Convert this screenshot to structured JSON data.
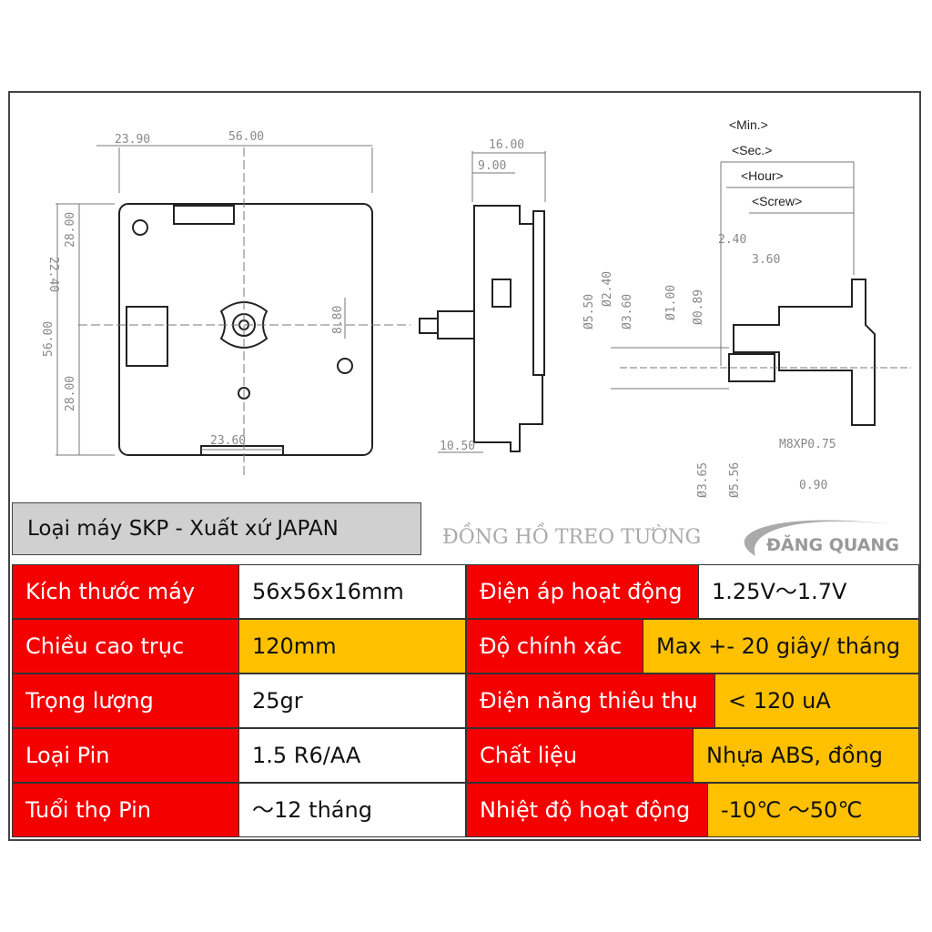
{
  "drawing": {
    "front": {
      "d_23_90": "23.90",
      "d_56_top": "56.00",
      "d_22_40": "22.40",
      "d_28_top": "28.00",
      "d_56_left": "56.00",
      "d_28_bottom": "28.00",
      "d_8_80": "8.80",
      "d_23_60": "23.60"
    },
    "side": {
      "d_16_00": "16.00",
      "d_9_00": "9.00",
      "d_10_50": "10.50"
    },
    "section": {
      "min": "<Min.>",
      "sec": "<Sec.>",
      "hour": "<Hour>",
      "screw": "<Screw>",
      "d_2_40": "2.40",
      "d_3_60": "3.60",
      "phi_5_50": "Ø5.50",
      "phi_2_40": "Ø2.40",
      "phi_3_60": "Ø3.60",
      "phi_1_00": "Ø1.00",
      "phi_0_89": "Ø0.89",
      "phi_3_65": "Ø3.65",
      "phi_5_56": "Ø5.56",
      "thread": "M8XP0.75",
      "d_0_90": "0.90"
    }
  },
  "model": "Loại máy SKP - Xuất xứ JAPAN",
  "brand": {
    "tagline": "ĐỒNG HỒ TREO TƯỜNG",
    "logo": "ĐĂNG QUANG"
  },
  "specs": [
    {
      "label": "Kích thước máy",
      "value": "56x56x16mm",
      "label2": "Điện áp hoạt động",
      "value2": "1.25V～1.7V"
    },
    {
      "label": "Chiều cao trục",
      "value": "120mm",
      "label2": "Độ chính xác",
      "value2": "Max +- 20 giây/ tháng"
    },
    {
      "label": "Trọng lượng",
      "value": "25gr",
      "label2": "Điện năng thiêu thụ",
      "value2": "< 120 uA"
    },
    {
      "label": "Loại Pin",
      "value": "1.5 R6/AA",
      "label2": "Chất liệu",
      "value2": "Nhựa ABS, đồng"
    },
    {
      "label": "Tuổi thọ Pin",
      "value": "～12 tháng",
      "label2": "Nhiệt độ hoạt động",
      "value2": "-10℃ ～50℃"
    }
  ],
  "colors": {
    "red": "#f40000",
    "yellow": "#ffc000",
    "gray": "#d0d0d0"
  }
}
